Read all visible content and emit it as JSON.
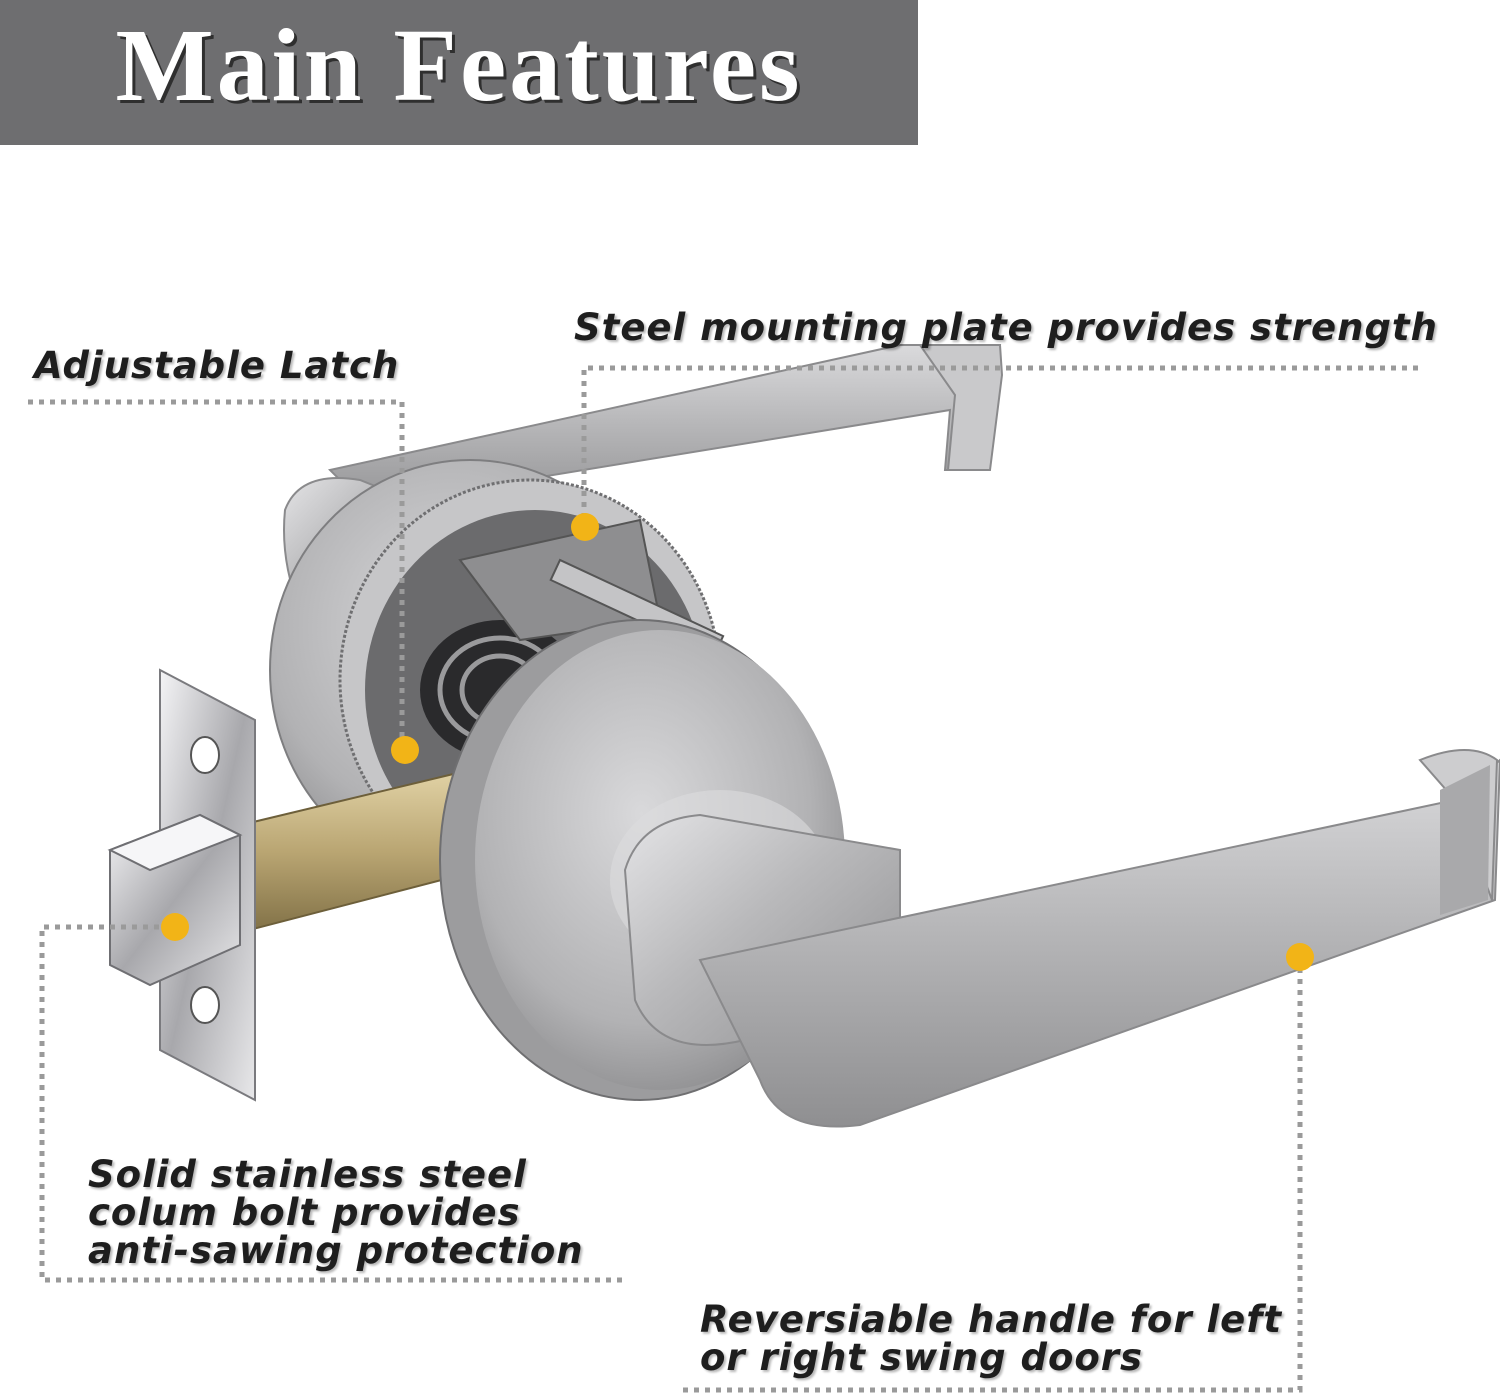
{
  "header": {
    "title": "Main Features"
  },
  "colors": {
    "banner": "#6e6e70",
    "title_text": "#ffffff",
    "callout_text": "#1e1e1e",
    "leader_line": "#9a9a9a",
    "marker_dot": "#f2b417",
    "metal": "#bfbfc1",
    "brass": "#c8b483"
  },
  "product": {
    "image": "door-lever-lock-icon"
  },
  "callouts": {
    "adjustable_latch": "Adjustable Latch",
    "mounting_plate": "Steel mounting plate provides strength",
    "bolt_lines": [
      "Solid stainless steel",
      "colum  bolt provides",
      "anti-sawing protection"
    ],
    "handle_lines": [
      "Reversiable handle for left",
      "or right swing doors"
    ]
  }
}
